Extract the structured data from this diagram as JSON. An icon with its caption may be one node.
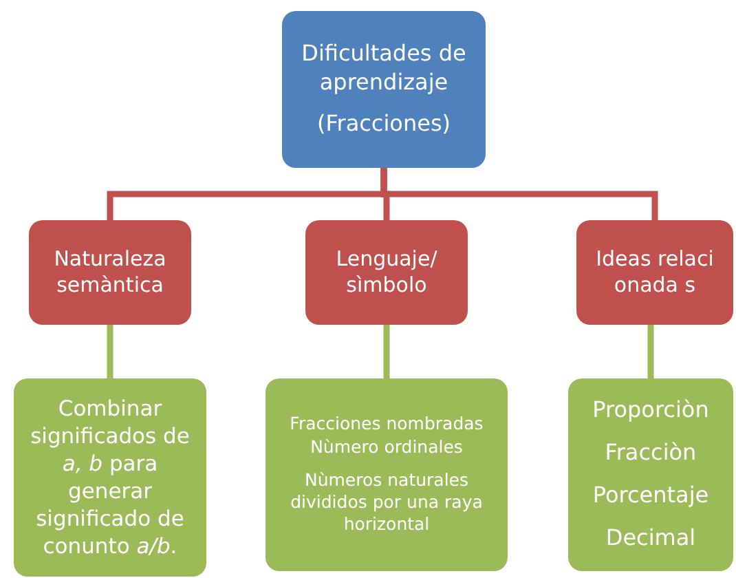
{
  "diagram": {
    "nodes": [
      {
        "text": [
          "Dificultades de aprendizaje",
          "(Fracciones)"
        ]
      },
      {
        "text": [
          "Naturaleza semàntica"
        ]
      },
      {
        "text": [
          "Lenguaje/ sìmbolo"
        ]
      },
      {
        "text": [
          "Ideas relacionada s"
        ]
      },
      {
        "text": [
          "Combinar significados de *a, b* para generar significado de conunto *a/b*."
        ]
      },
      {
        "text": [
          "Fracciones nombradas  Nùmero ordinales",
          "Nùmeros naturales divididos por una raya horizontal"
        ]
      },
      {
        "text": [
          "Proporciòn",
          "Fracciòn",
          "Porcentaje",
          "Decimal"
        ]
      }
    ],
    "edges": [
      {
        "from": 0,
        "to": 1,
        "arrow": "none"
      },
      {
        "from": 0,
        "to": 2,
        "arrow": "none"
      },
      {
        "from": 0,
        "to": 3,
        "arrow": "none"
      },
      {
        "from": 1,
        "to": 4,
        "arrow": "none",
        "color": "#9bbb59"
      },
      {
        "from": 2,
        "to": 5,
        "arrow": "none",
        "color": "#9bbb59"
      },
      {
        "from": 3,
        "to": 6,
        "arrow": "none",
        "color": "#9bbb59"
      }
    ]
  }
}
